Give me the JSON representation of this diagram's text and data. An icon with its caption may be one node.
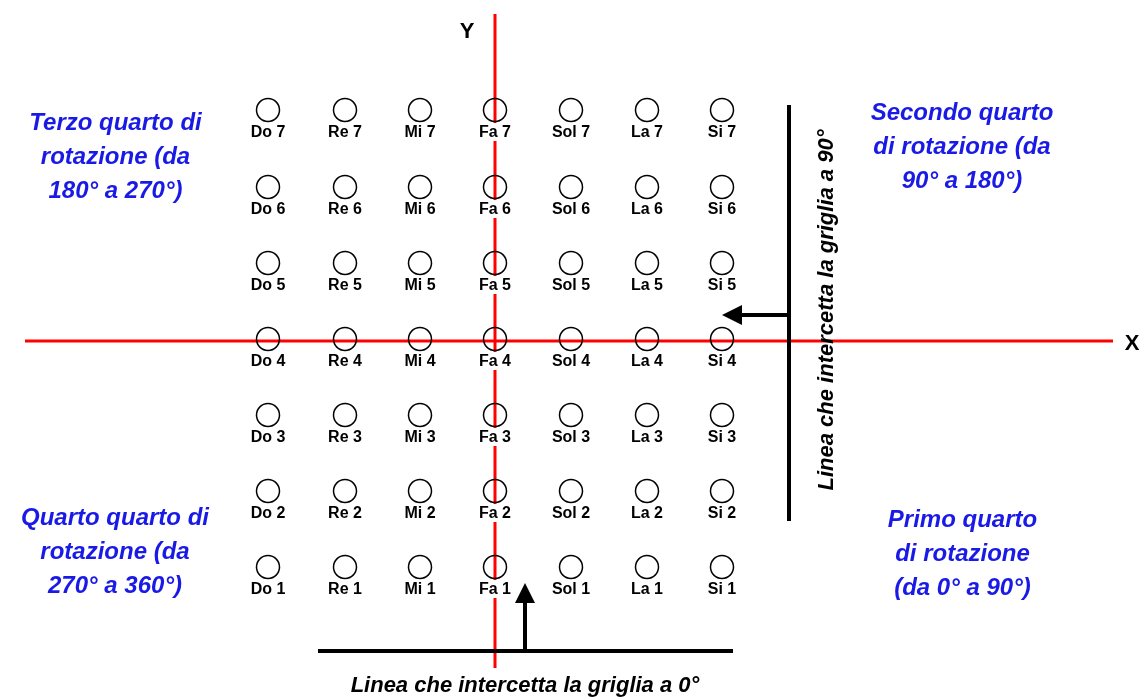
{
  "diagram": {
    "nodes": [
      {
        "text": [],
        "shape": "circle",
        "beside": [
          "Do 7"
        ]
      },
      {
        "text": [],
        "shape": "circle",
        "beside": [
          "Re 7"
        ]
      },
      {
        "text": [],
        "shape": "circle",
        "beside": [
          "Mi 7"
        ]
      },
      {
        "text": [],
        "shape": "circle",
        "beside": [
          "Fa 7"
        ]
      },
      {
        "text": [],
        "shape": "circle",
        "beside": [
          "Sol 7"
        ]
      },
      {
        "text": [],
        "shape": "circle",
        "beside": [
          "La 7"
        ]
      },
      {
        "text": [],
        "shape": "circle",
        "beside": [
          "Si 7"
        ]
      },
      {
        "text": [],
        "shape": "circle",
        "beside": [
          "Do 6"
        ]
      },
      {
        "text": [],
        "shape": "circle",
        "beside": [
          "Re 6"
        ]
      },
      {
        "text": [],
        "shape": "circle",
        "beside": [
          "Mi 6"
        ]
      },
      {
        "text": [],
        "shape": "circle",
        "beside": [
          "Fa 6"
        ]
      },
      {
        "text": [],
        "shape": "circle",
        "beside": [
          "Sol 6"
        ]
      },
      {
        "text": [],
        "shape": "circle",
        "beside": [
          "La 6"
        ]
      },
      {
        "text": [],
        "shape": "circle",
        "beside": [
          "Si 6"
        ]
      },
      {
        "text": [],
        "shape": "circle",
        "beside": [
          "Do 5"
        ]
      },
      {
        "text": [],
        "shape": "circle",
        "beside": [
          "Re 5"
        ]
      },
      {
        "text": [],
        "shape": "circle",
        "beside": [
          "Mi 5"
        ]
      },
      {
        "text": [],
        "shape": "circle",
        "beside": [
          "Fa 5"
        ]
      },
      {
        "text": [],
        "shape": "circle",
        "beside": [
          "Sol 5"
        ]
      },
      {
        "text": [],
        "shape": "circle",
        "beside": [
          "La 5"
        ]
      },
      {
        "text": [],
        "shape": "circle",
        "beside": [
          "Si 5"
        ]
      },
      {
        "text": [],
        "shape": "circle",
        "beside": [
          "Do 4"
        ]
      },
      {
        "text": [],
        "shape": "circle",
        "beside": [
          "Re 4"
        ]
      },
      {
        "text": [],
        "shape": "circle",
        "beside": [
          "Mi 4"
        ]
      },
      {
        "text": [],
        "shape": "circle",
        "beside": [
          "Fa 4"
        ]
      },
      {
        "text": [],
        "shape": "circle",
        "beside": [
          "Sol 4"
        ]
      },
      {
        "text": [],
        "shape": "circle",
        "beside": [
          "La 4"
        ]
      },
      {
        "text": [],
        "shape": "circle",
        "beside": [
          "Si 4"
        ]
      },
      {
        "text": [],
        "shape": "circle",
        "beside": [
          "Do 3"
        ]
      },
      {
        "text": [],
        "shape": "circle",
        "beside": [
          "Re 3"
        ]
      },
      {
        "text": [],
        "shape": "circle",
        "beside": [
          "Mi 3"
        ]
      },
      {
        "text": [],
        "shape": "circle",
        "beside": [
          "Fa 3"
        ]
      },
      {
        "text": [],
        "shape": "circle",
        "beside": [
          "Sol 3"
        ]
      },
      {
        "text": [],
        "shape": "circle",
        "beside": [
          "La 3"
        ]
      },
      {
        "text": [],
        "shape": "circle",
        "beside": [
          "Si 3"
        ]
      },
      {
        "text": [],
        "shape": "circle",
        "beside": [
          "Do 2"
        ]
      },
      {
        "text": [],
        "shape": "circle",
        "beside": [
          "Re 2"
        ]
      },
      {
        "text": [],
        "shape": "circle",
        "beside": [
          "Mi 2"
        ]
      },
      {
        "text": [],
        "shape": "circle",
        "beside": [
          "Fa 2"
        ]
      },
      {
        "text": [],
        "shape": "circle",
        "beside": [
          "Sol 2"
        ]
      },
      {
        "text": [],
        "shape": "circle",
        "beside": [
          "La 2"
        ]
      },
      {
        "text": [],
        "shape": "circle",
        "beside": [
          "Si 2"
        ]
      },
      {
        "text": [],
        "shape": "circle",
        "beside": [
          "Do 1"
        ]
      },
      {
        "text": [],
        "shape": "circle",
        "beside": [
          "Re 1"
        ]
      },
      {
        "text": [],
        "shape": "circle",
        "beside": [
          "Mi 1"
        ]
      },
      {
        "text": [],
        "shape": "circle",
        "beside": [
          "Fa 1"
        ]
      },
      {
        "text": [],
        "shape": "circle",
        "beside": [
          "Sol 1"
        ]
      },
      {
        "text": [],
        "shape": "circle",
        "beside": [
          "La 1"
        ]
      },
      {
        "text": [],
        "shape": "circle",
        "beside": [
          "Si 1"
        ]
      }
    ],
    "labels": [
      "Y",
      "Terzo quarto di rotazione (da 180° a 270°)",
      "Secondo quarto di rotazione (da 90° a 180°)",
      "Linea che intercetta la griglia a 90°",
      "X",
      "Quarto quarto di rotazione (da 270° a 360°)",
      "Primo quarto di rotazione (da 0° a 90°)",
      "Linea che intercetta la griglia a 0°"
    ]
  }
}
